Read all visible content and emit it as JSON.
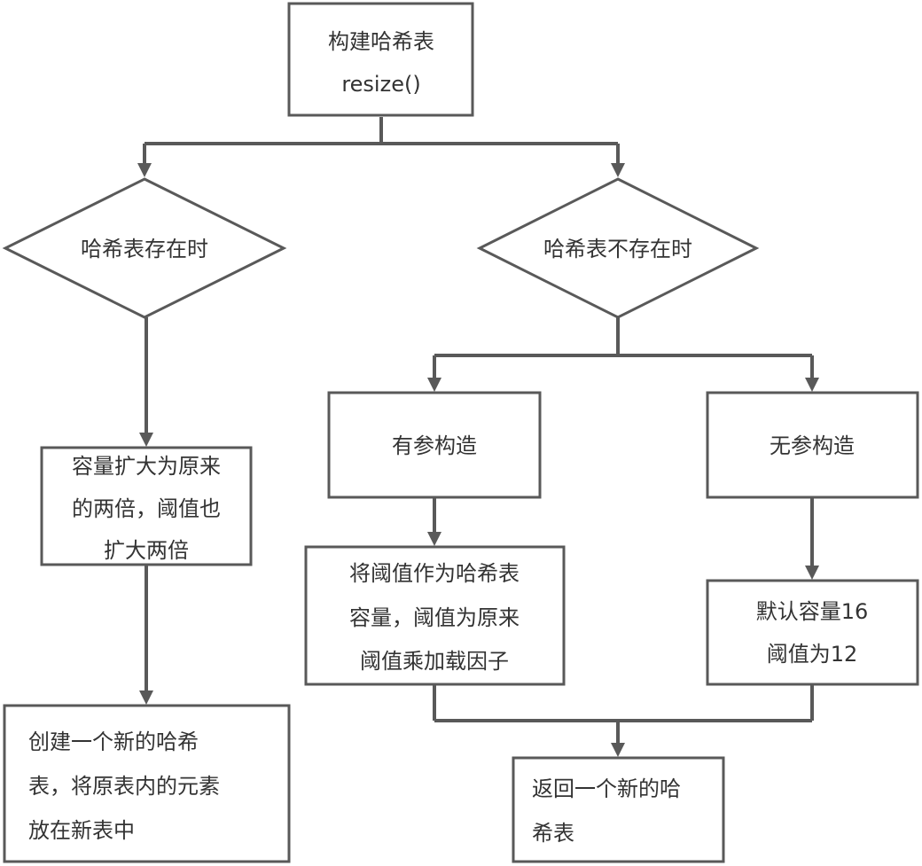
{
  "diagram": {
    "start": {
      "line1": "构建哈希表",
      "line2": "resize()"
    },
    "decision_exists": {
      "label": "哈希表存在时"
    },
    "decision_not_exists": {
      "label": "哈希表不存在时"
    },
    "expand": {
      "line1": "容量扩大为原来",
      "line2": "的两倍，阈值也",
      "line3": "扩大两倍"
    },
    "create_new": {
      "line1": "创建一个新的哈希",
      "line2": "表，将原表内的元素",
      "line3": "放在新表中"
    },
    "with_params": {
      "label": "有参构造"
    },
    "no_params": {
      "label": "无参构造"
    },
    "threshold_capacity": {
      "line1": "将阈值作为哈希表",
      "line2": "容量，阈值为原来",
      "line3": "阈值乘加载因子"
    },
    "default_capacity": {
      "line1": "默认容量16",
      "line2": "阈值为12"
    },
    "return_new": {
      "line1": "返回一个新的哈",
      "line2": "希表"
    }
  },
  "colors": {
    "stroke": "#595959",
    "text": "#333333",
    "background": "#ffffff"
  }
}
